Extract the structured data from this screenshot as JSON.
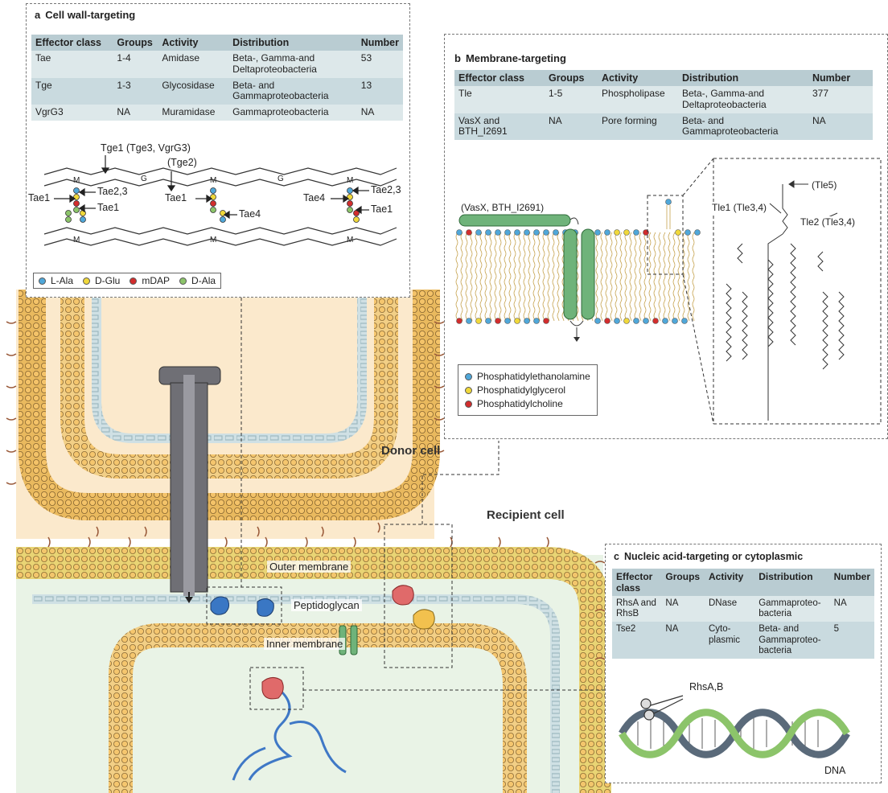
{
  "panel_a": {
    "letter": "a",
    "title": "Cell wall-targeting",
    "headers": [
      "Effector class",
      "Groups",
      "Activity",
      "Distribution",
      "Number"
    ],
    "rows": [
      [
        "Tae",
        "1-4",
        "Amidase",
        "Beta-, Gamma-and Deltaproteobacteria",
        "53"
      ],
      [
        "Tge",
        "1-3",
        "Glycosidase",
        "Beta- and Gammaproteobacteria",
        "13"
      ],
      [
        "VgrG3",
        "NA",
        "Muramidase",
        "Gammaproteobacteria",
        "NA"
      ]
    ],
    "labels": {
      "tge1": "Tge1 (Tge3, VgrG3)",
      "tge2": "(Tge2)",
      "tae1_left": "Tae1",
      "tae23_left": "Tae2,3",
      "tae1_mid_low": "Tae1",
      "tae1_mid": "Tae1",
      "tae4_mid": "Tae4",
      "tae4_right": "Tae4",
      "tae23_right": "Tae2,3",
      "tae1_right": "Tae1",
      "sugar_m": "M",
      "sugar_g": "G"
    },
    "legend": [
      "L-Ala",
      "D-Glu",
      "mDAP",
      "D-Ala"
    ]
  },
  "panel_b": {
    "letter": "b",
    "title": "Membrane-targeting",
    "headers": [
      "Effector class",
      "Groups",
      "Activity",
      "Distribution",
      "Number"
    ],
    "rows": [
      [
        "Tle",
        "1-5",
        "Phospholipase",
        "Beta-, Gamma-and Deltaproteobacteria",
        "377"
      ],
      [
        "VasX and BTH_I2691",
        "NA",
        "Pore forming",
        "Beta- and Gammaproteobacteria",
        "NA"
      ]
    ],
    "labels": {
      "vasx": "(VasX, BTH_I2691)",
      "tle5": "(Tle5)",
      "tle1": "Tle1 (Tle3,4)",
      "tle2": "Tle2 (Tle3,4)"
    },
    "legend": [
      "Phosphatidylethanolamine",
      "Phosphatidylglycerol",
      "Phosphatidylcholine"
    ]
  },
  "panel_c": {
    "letter": "c",
    "title": "Nucleic acid-targeting or cytoplasmic",
    "headers": [
      "Effector class",
      "Groups",
      "Activity",
      "Distribution",
      "Number"
    ],
    "rows": [
      [
        "RhsA and RhsB",
        "NA",
        "DNase",
        "Gammaproteo-bacteria",
        "NA"
      ],
      [
        "Tse2",
        "NA",
        "Cyto-plasmic",
        "Beta- and Gammaproteo-bacteria",
        "5"
      ]
    ],
    "labels": {
      "rhs": "RhsA,B",
      "dna": "DNA"
    }
  },
  "cells": {
    "donor": "Donor cell",
    "recipient": "Recipient cell",
    "outer_membrane": "Outer membrane",
    "peptidoglycan": "Peptidoglycan",
    "inner_membrane": "Inner membrane"
  },
  "colors": {
    "table_header": "#b9ccd2",
    "table_row_light": "#dde8ea",
    "table_row_dark": "#c9dadf",
    "membrane": "#f2c36b",
    "head": "#d9a64a",
    "recipient_fill": "#e9f3e6",
    "donor_fill": "#fbe9cc",
    "syringe": "#6f6f75",
    "green_protein": "#6fb37a",
    "l_ala": "#4fa7d9",
    "d_glu": "#f0d83a",
    "mdap": "#d22d2d",
    "d_ala": "#8cc46a"
  }
}
